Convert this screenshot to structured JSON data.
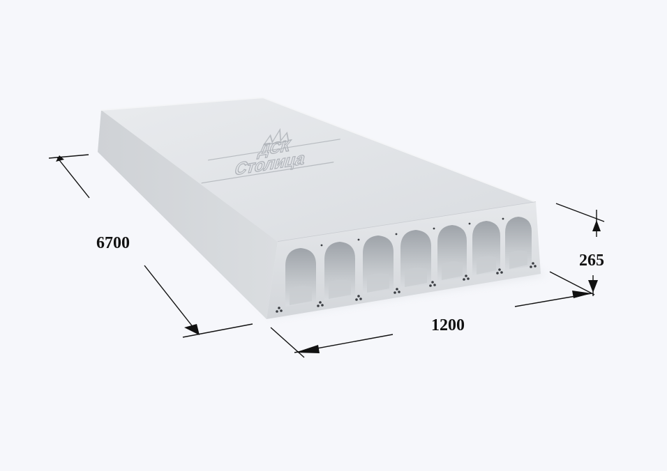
{
  "dimensions": {
    "length": "6700",
    "width": "1200",
    "height": "265"
  },
  "logo": {
    "line1": "ДСК",
    "line2": "Столица"
  },
  "product": {
    "hollow_cores": 7,
    "colors": {
      "background": "#f6f7fb",
      "concrete_top": "#e1e3e6",
      "concrete_side": "#d2d5d8",
      "concrete_front": "#dcdfe2",
      "core_shadow": "#a9adb2",
      "dimension_line": "#111111"
    }
  }
}
